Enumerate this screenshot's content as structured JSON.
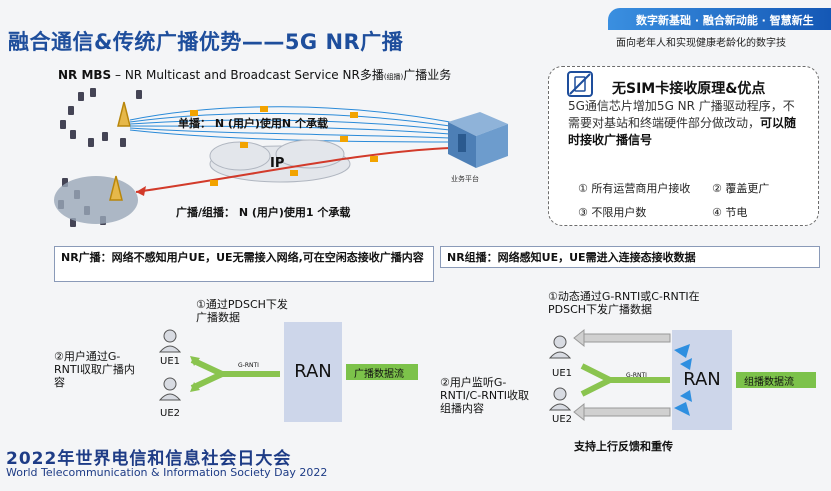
{
  "header": {
    "title": "融合通信&传统广播优势——5G NR广播",
    "banner": "数字新基础 · 融合新动能 · 智慧新生",
    "banner_sub": "面向老年人和实现健康老龄化的数字技"
  },
  "diagram_top": {
    "mbs_bold": "NR MBS",
    "mbs_text": " – NR Multicast and Broadcast Service NR多播",
    "mbs_small": "(组播)",
    "mbs_tail": "广播业务",
    "unicast_label": "单播： N (用户)使用N 个承载",
    "ip_label": "IP",
    "broadcast_label": "广播/组播： N (用户)使用1 个承载",
    "platform_label": "业务平台"
  },
  "sim_card": {
    "title": "无SIM卡接收原理&优点",
    "body_plain": "5G通信芯片增加5G NR 广播驱动程序，不需要对基站和终端硬件部分做改动，",
    "body_bold": "可以随时接收广播信号",
    "features": [
      "① 所有运营商用户接收",
      "② 覆盖更广",
      "③ 不限用户数",
      "④ 节电"
    ],
    "icon": "no-sim-icon"
  },
  "nr_broadcast": {
    "heading": "NR广播：网络不感知用户UE，UE无需接入网络,可在空闲态接收广播内容",
    "step1": "①通过PDSCH下发广播数据",
    "step2": "②用户通过G-RNTI収取广播内容",
    "ue1": "UE1",
    "ue2": "UE2",
    "rnti": "G-RNTI",
    "ran": "RAN",
    "stream": "广播数据流"
  },
  "nr_multicast": {
    "heading": "NR组播：网络感知UE，UE需进入连接态接收数据",
    "step1": "①动态通过G-RNTI或C-RNTI在PDSCH下发广播数据",
    "step2": "②用户监听G-RNTI/C-RNTI收取组播内容",
    "ue1": "UE1",
    "ue2": "UE2",
    "rnti": "G-RNTI",
    "ran": "RAN",
    "stream": "组播数据流",
    "feedback": "支持上行反馈和重传"
  },
  "footer": {
    "cn": "2022年世界电信和信息社会日大会",
    "en": "World Telecommunication & Information Society Day 2022"
  },
  "colors": {
    "title": "#1e4e9c",
    "ran": "#cdd6ea",
    "stream": "#7cc24a",
    "unicast_line": "#2a8ad8",
    "broadcast_line": "#d23a2a"
  }
}
